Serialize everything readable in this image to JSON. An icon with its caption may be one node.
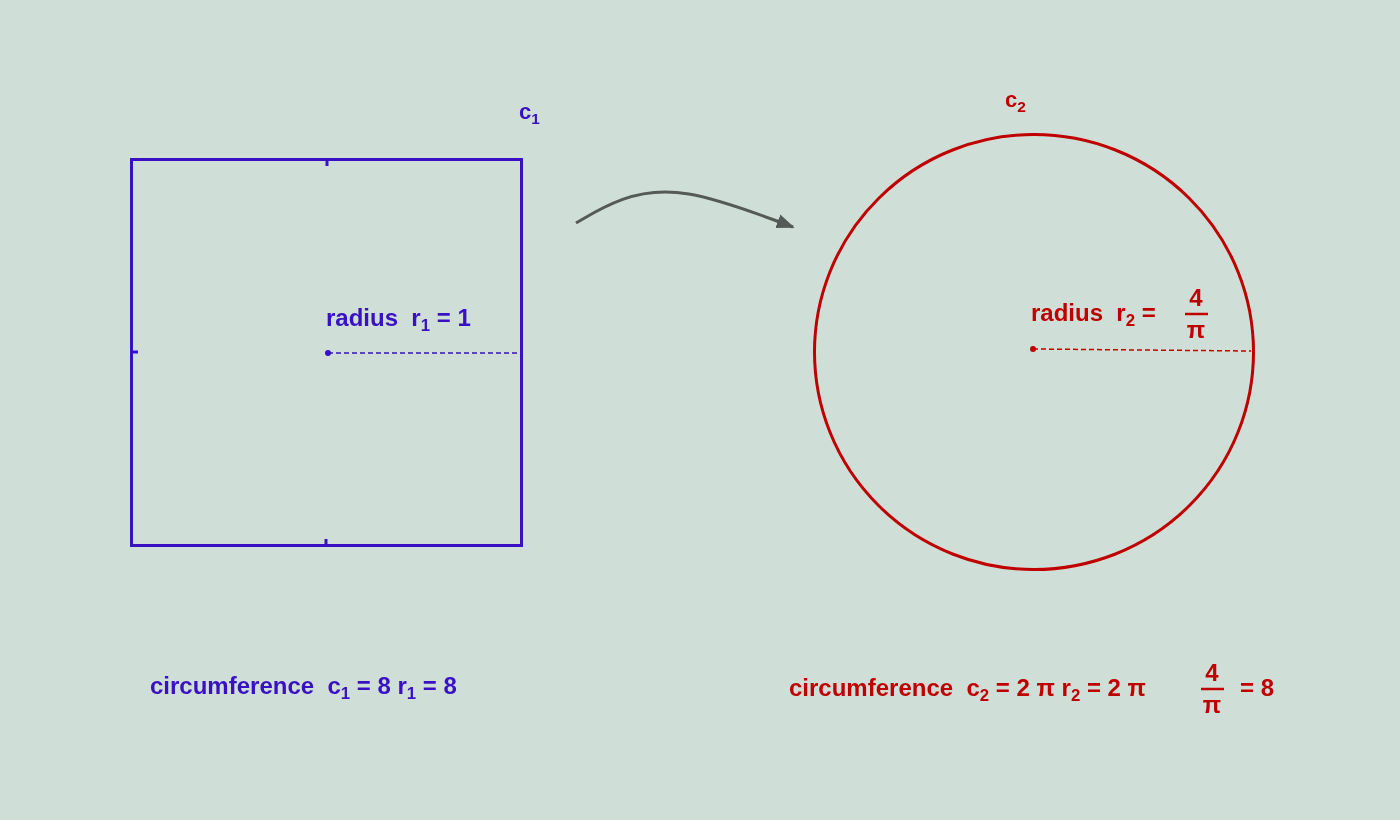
{
  "diagram": {
    "nodes": [
      {
        "text": [
          "c$_{1}$"
        ]
      },
      {
        "text": [
          "c$_{2}$"
        ]
      }
    ],
    "edges": [
      {
        "from": 0,
        "to": 1,
        "arrow": "to"
      }
    ],
    "labels": [
      "radius  r$_{1}$ = 1",
      "radius  r$_{2}$ =",
      "4",
      "π",
      "circumference  c$_{1}$ = 8 r$_{1}$ = 8",
      "circumference  c$_{2}$ = 2 π r$_{2}$ = 2 π",
      "4",
      "π",
      "= 8"
    ]
  }
}
